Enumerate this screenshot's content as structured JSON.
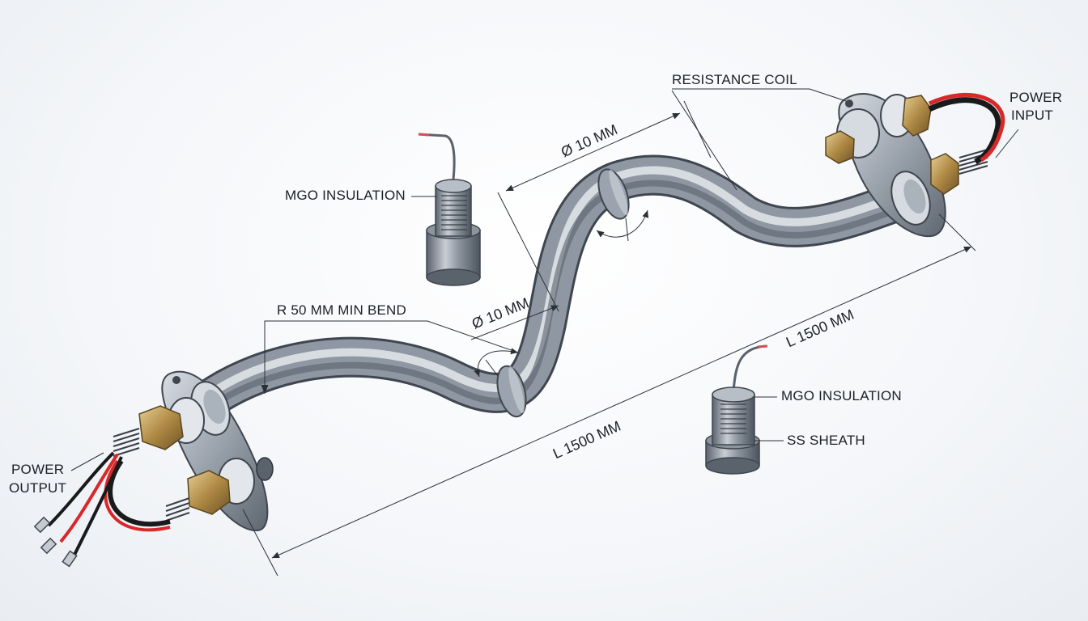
{
  "labels": {
    "resistance_coil": "RESISTANCE COIL",
    "power_input_line1": "POWER",
    "power_input_line2": "INPUT",
    "power_output_line1": "POWER",
    "power_output_line2": "OUTPUT",
    "mgo_insulation_left": "MGO INSULATION",
    "mgo_insulation_right": "MGO INSULATION",
    "ss_sheath": "SS SHEATH",
    "bend_radius": "R 50 MM MIN BEND",
    "diameter_top": "Ø 10 MM",
    "diameter_mid": "Ø 10 MM",
    "length_right": "L 1500 MM",
    "length_bottom": "L 1500 MM"
  },
  "colors": {
    "tube": "#8a939e",
    "brass": "#b8975a",
    "wire_red": "#d8282a",
    "wire_black": "#1a1a1a",
    "line": "#3a3f47"
  }
}
